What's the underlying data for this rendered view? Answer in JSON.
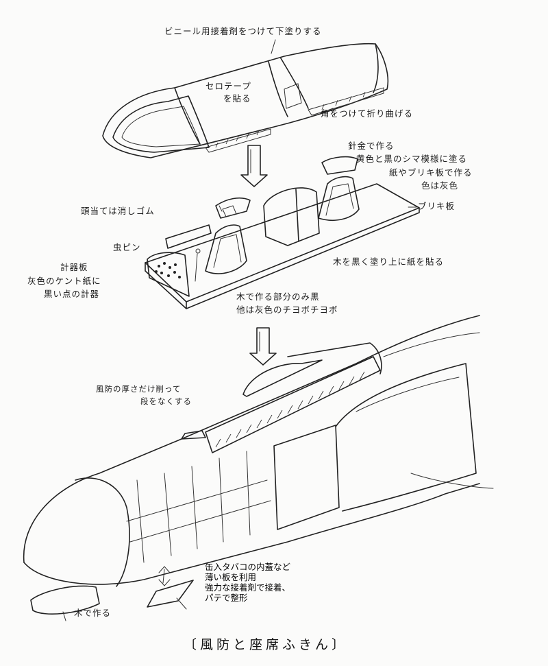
{
  "labels": {
    "vinyl_glue": "ビニール用接着剤をつけて下塗りする",
    "cellotape_line1": "セロテープ",
    "cellotape_line2": "を貼る",
    "fold_corners": "角をつけて折り曲げる",
    "wire_make": "針金で作る",
    "yellow_black": "黄色と黒のシマ模様に塗る",
    "paper_tin_make": "紙やブリキ板で作る",
    "gray_color": "色は灰色",
    "tin_plate": "ブリキ板",
    "headrest": "頭当ては消しゴム",
    "pin": "虫ピン",
    "panel_line1": "計器板",
    "panel_line2": "灰色のケント紙に",
    "panel_line3": "黒い点の計器",
    "wood_black": "木を黒く塗り上に紙を貼る",
    "wood_part_line1": "木で作る部分のみ黒",
    "wood_part_line2": "他は灰色のチヨボチヨボ",
    "shave_line1": "風防の厚さだけ削って",
    "shave_line2": "段をなくする",
    "can_line1": "缶入タバコの内蓋など",
    "can_line2": "薄い板を利用",
    "can_line3": "強力な接着剤で接着、",
    "can_line4": "パテで整形",
    "wood_make": "木で作る"
  },
  "caption": "〔風防と座席ふきん〕",
  "colors": {
    "ink": "#222222",
    "paper": "#fbfbfa"
  }
}
